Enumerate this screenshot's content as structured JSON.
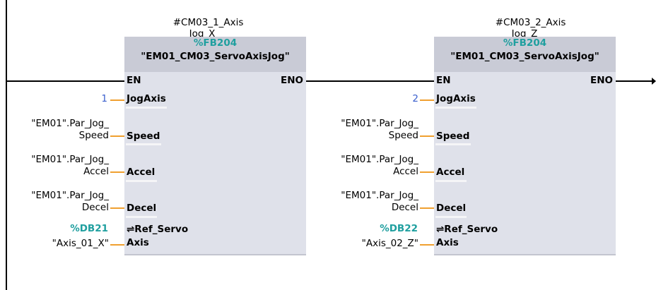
{
  "blocks": [
    {
      "instance_line1": "#CM03_1_Axis",
      "instance_line2": "Jog_X",
      "fb_ref": "%FB204",
      "fb_name": "\"EM01_CM03_ServoAxisJog\"",
      "en": "EN",
      "eno": "ENO",
      "pins": {
        "jogaxis": {
          "name": "JogAxis",
          "value": "1"
        },
        "speed": {
          "name": "Speed",
          "operand_line1": "\"EM01\".Par_Jog_",
          "operand_line2": "Speed"
        },
        "accel": {
          "name": "Accel",
          "operand_line1": "\"EM01\".Par_Jog_",
          "operand_line2": "Accel"
        },
        "decel": {
          "name": "Decel",
          "operand_line1": "\"EM01\".Par_Jog_",
          "operand_line2": "Decel"
        },
        "axis": {
          "name": "Axis",
          "inout_label": "⇌Ref_Servo",
          "db_ref": "%DB21",
          "operand": "\"Axis_01_X\""
        }
      }
    },
    {
      "instance_line1": "#CM03_2_Axis",
      "instance_line2": "Jog_Z",
      "fb_ref": "%FB204",
      "fb_name": "\"EM01_CM03_ServoAxisJog\"",
      "en": "EN",
      "eno": "ENO",
      "pins": {
        "jogaxis": {
          "name": "JogAxis",
          "value": "2"
        },
        "speed": {
          "name": "Speed",
          "operand_line1": "\"EM01\".Par_Jog_",
          "operand_line2": "Speed"
        },
        "accel": {
          "name": "Accel",
          "operand_line1": "\"EM01\".Par_Jog_",
          "operand_line2": "Accel"
        },
        "decel": {
          "name": "Decel",
          "operand_line1": "\"EM01\".Par_Jog_",
          "operand_line2": "Decel"
        },
        "axis": {
          "name": "Axis",
          "inout_label": "⇌Ref_Servo",
          "db_ref": "%DB22",
          "operand": "\"Axis_02_Z\""
        }
      }
    }
  ],
  "colors": {
    "block_body": "#dfe1ea",
    "block_header": "#c9cbd6",
    "pin_wire": "#f0a030",
    "fb_ref_text": "#1f9f9f",
    "constant_text": "#3a5fcd"
  }
}
